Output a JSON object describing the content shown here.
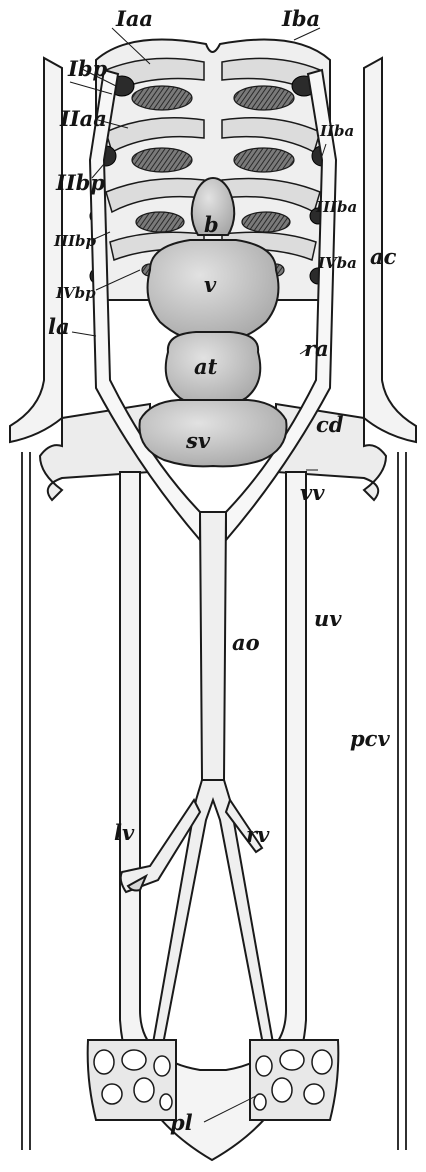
{
  "labels": {
    "i_aa": "Iaa",
    "i_ba": "Iba",
    "i_bp": "Ibp",
    "ii_aa": "IIaa",
    "ii_ba": "IIba",
    "ii_bp": "IIbp",
    "iii_ba": "IIIba",
    "iii_bp": "IIIbp",
    "iv_ba": "IVba",
    "iv_bp": "IVbp",
    "b": "b",
    "v": "v",
    "ac": "ac",
    "la": "la",
    "ra": "ra",
    "at": "at",
    "sv": "sv",
    "cd": "cd",
    "vv": "vv",
    "uv": "uv",
    "ao": "ao",
    "pcv": "pcv",
    "lv": "lv",
    "rv": "rv",
    "pl": "pl"
  }
}
